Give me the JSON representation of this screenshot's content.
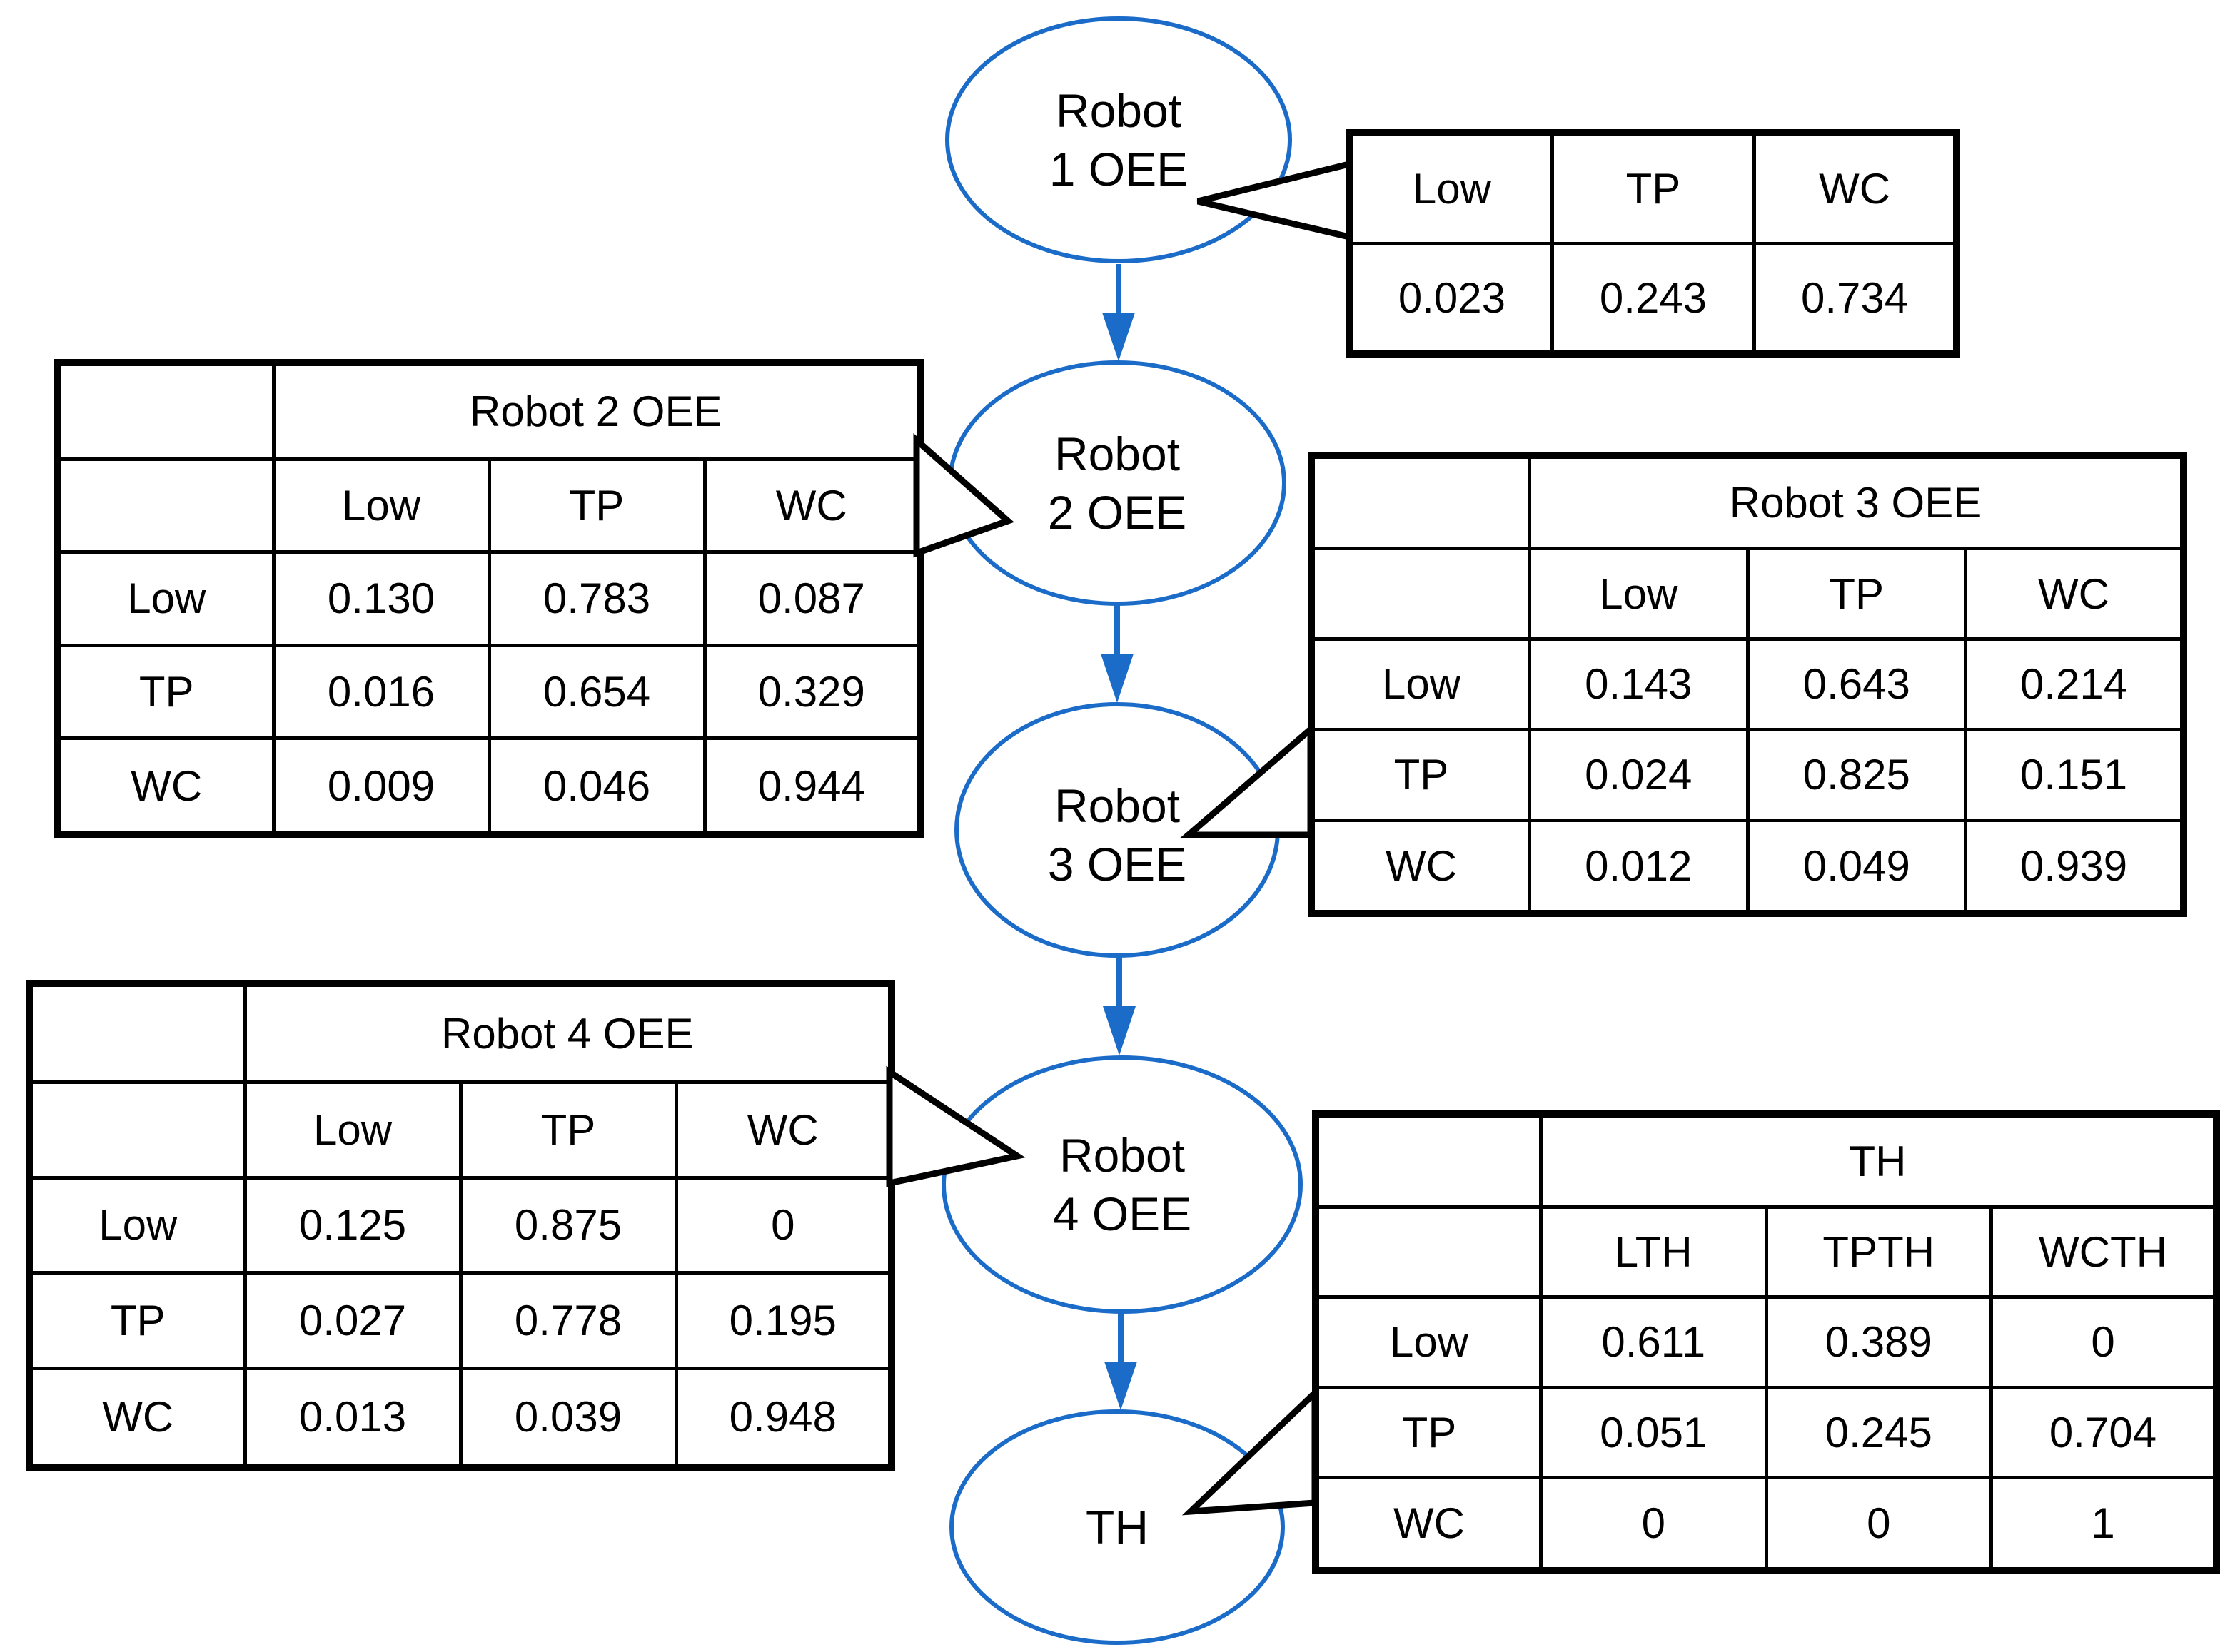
{
  "colors": {
    "accent": "#1b6bc8",
    "line": "#000000",
    "background": "#ffffff"
  },
  "nodes": {
    "robot1": {
      "line1": "Robot",
      "line2": "1 OEE"
    },
    "robot2": {
      "line1": "Robot",
      "line2": "2 OEE"
    },
    "robot3": {
      "line1": "Robot",
      "line2": "3 OEE"
    },
    "robot4": {
      "line1": "Robot",
      "line2": "4 OEE"
    },
    "th": {
      "line1": "TH",
      "line2": ""
    }
  },
  "tables": {
    "robot1": {
      "title": null,
      "columns": [
        "Low",
        "TP",
        "WC"
      ],
      "rows": [
        {
          "label": null,
          "values": [
            "0.023",
            "0.243",
            "0.734"
          ]
        }
      ]
    },
    "robot2": {
      "title": "Robot 2 OEE",
      "columns": [
        "Low",
        "TP",
        "WC"
      ],
      "rows": [
        {
          "label": "Low",
          "values": [
            "0.130",
            "0.783",
            "0.087"
          ]
        },
        {
          "label": "TP",
          "values": [
            "0.016",
            "0.654",
            "0.329"
          ]
        },
        {
          "label": "WC",
          "values": [
            "0.009",
            "0.046",
            "0.944"
          ]
        }
      ]
    },
    "robot3": {
      "title": "Robot 3 OEE",
      "columns": [
        "Low",
        "TP",
        "WC"
      ],
      "rows": [
        {
          "label": "Low",
          "values": [
            "0.143",
            "0.643",
            "0.214"
          ]
        },
        {
          "label": "TP",
          "values": [
            "0.024",
            "0.825",
            "0.151"
          ]
        },
        {
          "label": "WC",
          "values": [
            "0.012",
            "0.049",
            "0.939"
          ]
        }
      ]
    },
    "robot4": {
      "title": "Robot 4 OEE",
      "columns": [
        "Low",
        "TP",
        "WC"
      ],
      "rows": [
        {
          "label": "Low",
          "values": [
            "0.125",
            "0.875",
            "0"
          ]
        },
        {
          "label": "TP",
          "values": [
            "0.027",
            "0.778",
            "0.195"
          ]
        },
        {
          "label": "WC",
          "values": [
            "0.013",
            "0.039",
            "0.948"
          ]
        }
      ]
    },
    "th": {
      "title": "TH",
      "columns": [
        "LTH",
        "TPTH",
        "WCTH"
      ],
      "rows": [
        {
          "label": "Low",
          "values": [
            "0.611",
            "0.389",
            "0"
          ]
        },
        {
          "label": "TP",
          "values": [
            "0.051",
            "0.245",
            "0.704"
          ]
        },
        {
          "label": "WC",
          "values": [
            "0",
            "0",
            "1"
          ]
        }
      ]
    }
  }
}
